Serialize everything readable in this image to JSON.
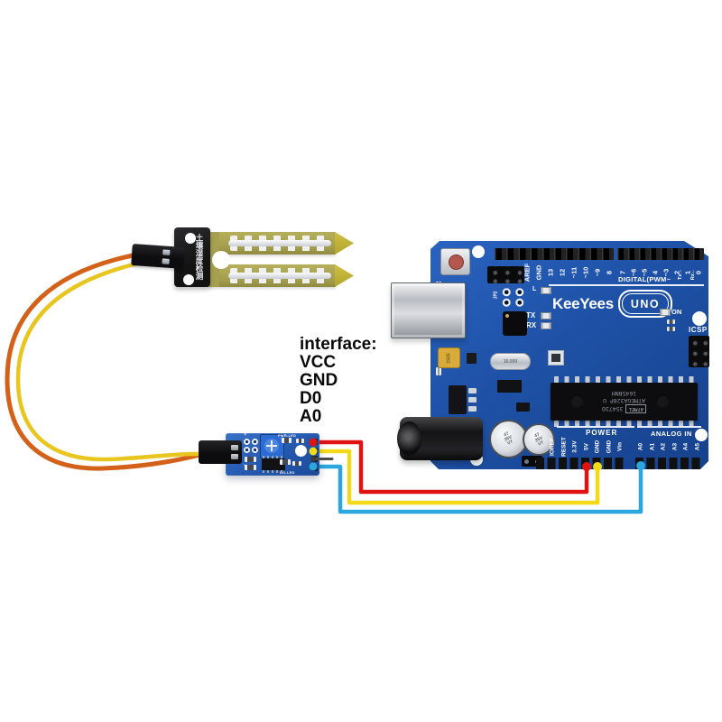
{
  "note": {
    "title": "interface:",
    "pins": [
      "VCC",
      "GND",
      "D0",
      "A0"
    ]
  },
  "probe": {
    "label": "土壤湿度检测"
  },
  "module": {
    "silk_plus": "+",
    "silk_minus": "-",
    "pwr_led": "PWR-LED",
    "do_led": "DO-LED"
  },
  "arduino": {
    "brand": "KeeYees",
    "model": "UNO",
    "digital_section_label": "DIGITAL(PWM~",
    "digital_pins_left": [
      "AREF",
      "GND",
      "13",
      "12",
      "~11",
      "~10",
      "~9",
      "8"
    ],
    "digital_pins_right": [
      "7",
      "~6",
      "~5",
      "4",
      "~3",
      "2",
      "1",
      "0"
    ],
    "tx_pin_label": "Tx→",
    "rx_pin_label": "Rx←",
    "led_l_label": "L",
    "tx_label": "TX",
    "rx_label": "RX",
    "on_label": "ON",
    "icsp_label": "ICSP",
    "jp2_label": "JP2",
    "power_section_label": "POWER",
    "analog_section_label": "ANALOG IN",
    "power_pins": [
      "IOREF",
      "RESET",
      "3.3V",
      "5V",
      "GND",
      "GND",
      "Vin"
    ],
    "analog_pins": [
      "A0",
      "A1",
      "A2",
      "A3",
      "A4",
      "A5"
    ],
    "mcu": {
      "brand": "ATMEL",
      "line1": "35473O",
      "line2": "ATMEGA328P U",
      "line3": "1645BNH"
    },
    "crystal_label": "16.000",
    "fuse_label": "1505",
    "cap_label": "47\n35V\nVT"
  },
  "wires": {
    "probe_orange": "#d4611a",
    "probe_yellow": "#e9c51f",
    "vcc_red": "#e01313",
    "gnd_yellow": "#f2da1a",
    "a0_blue": "#2ba6de",
    "d0_gray": "#4a4a4a"
  }
}
